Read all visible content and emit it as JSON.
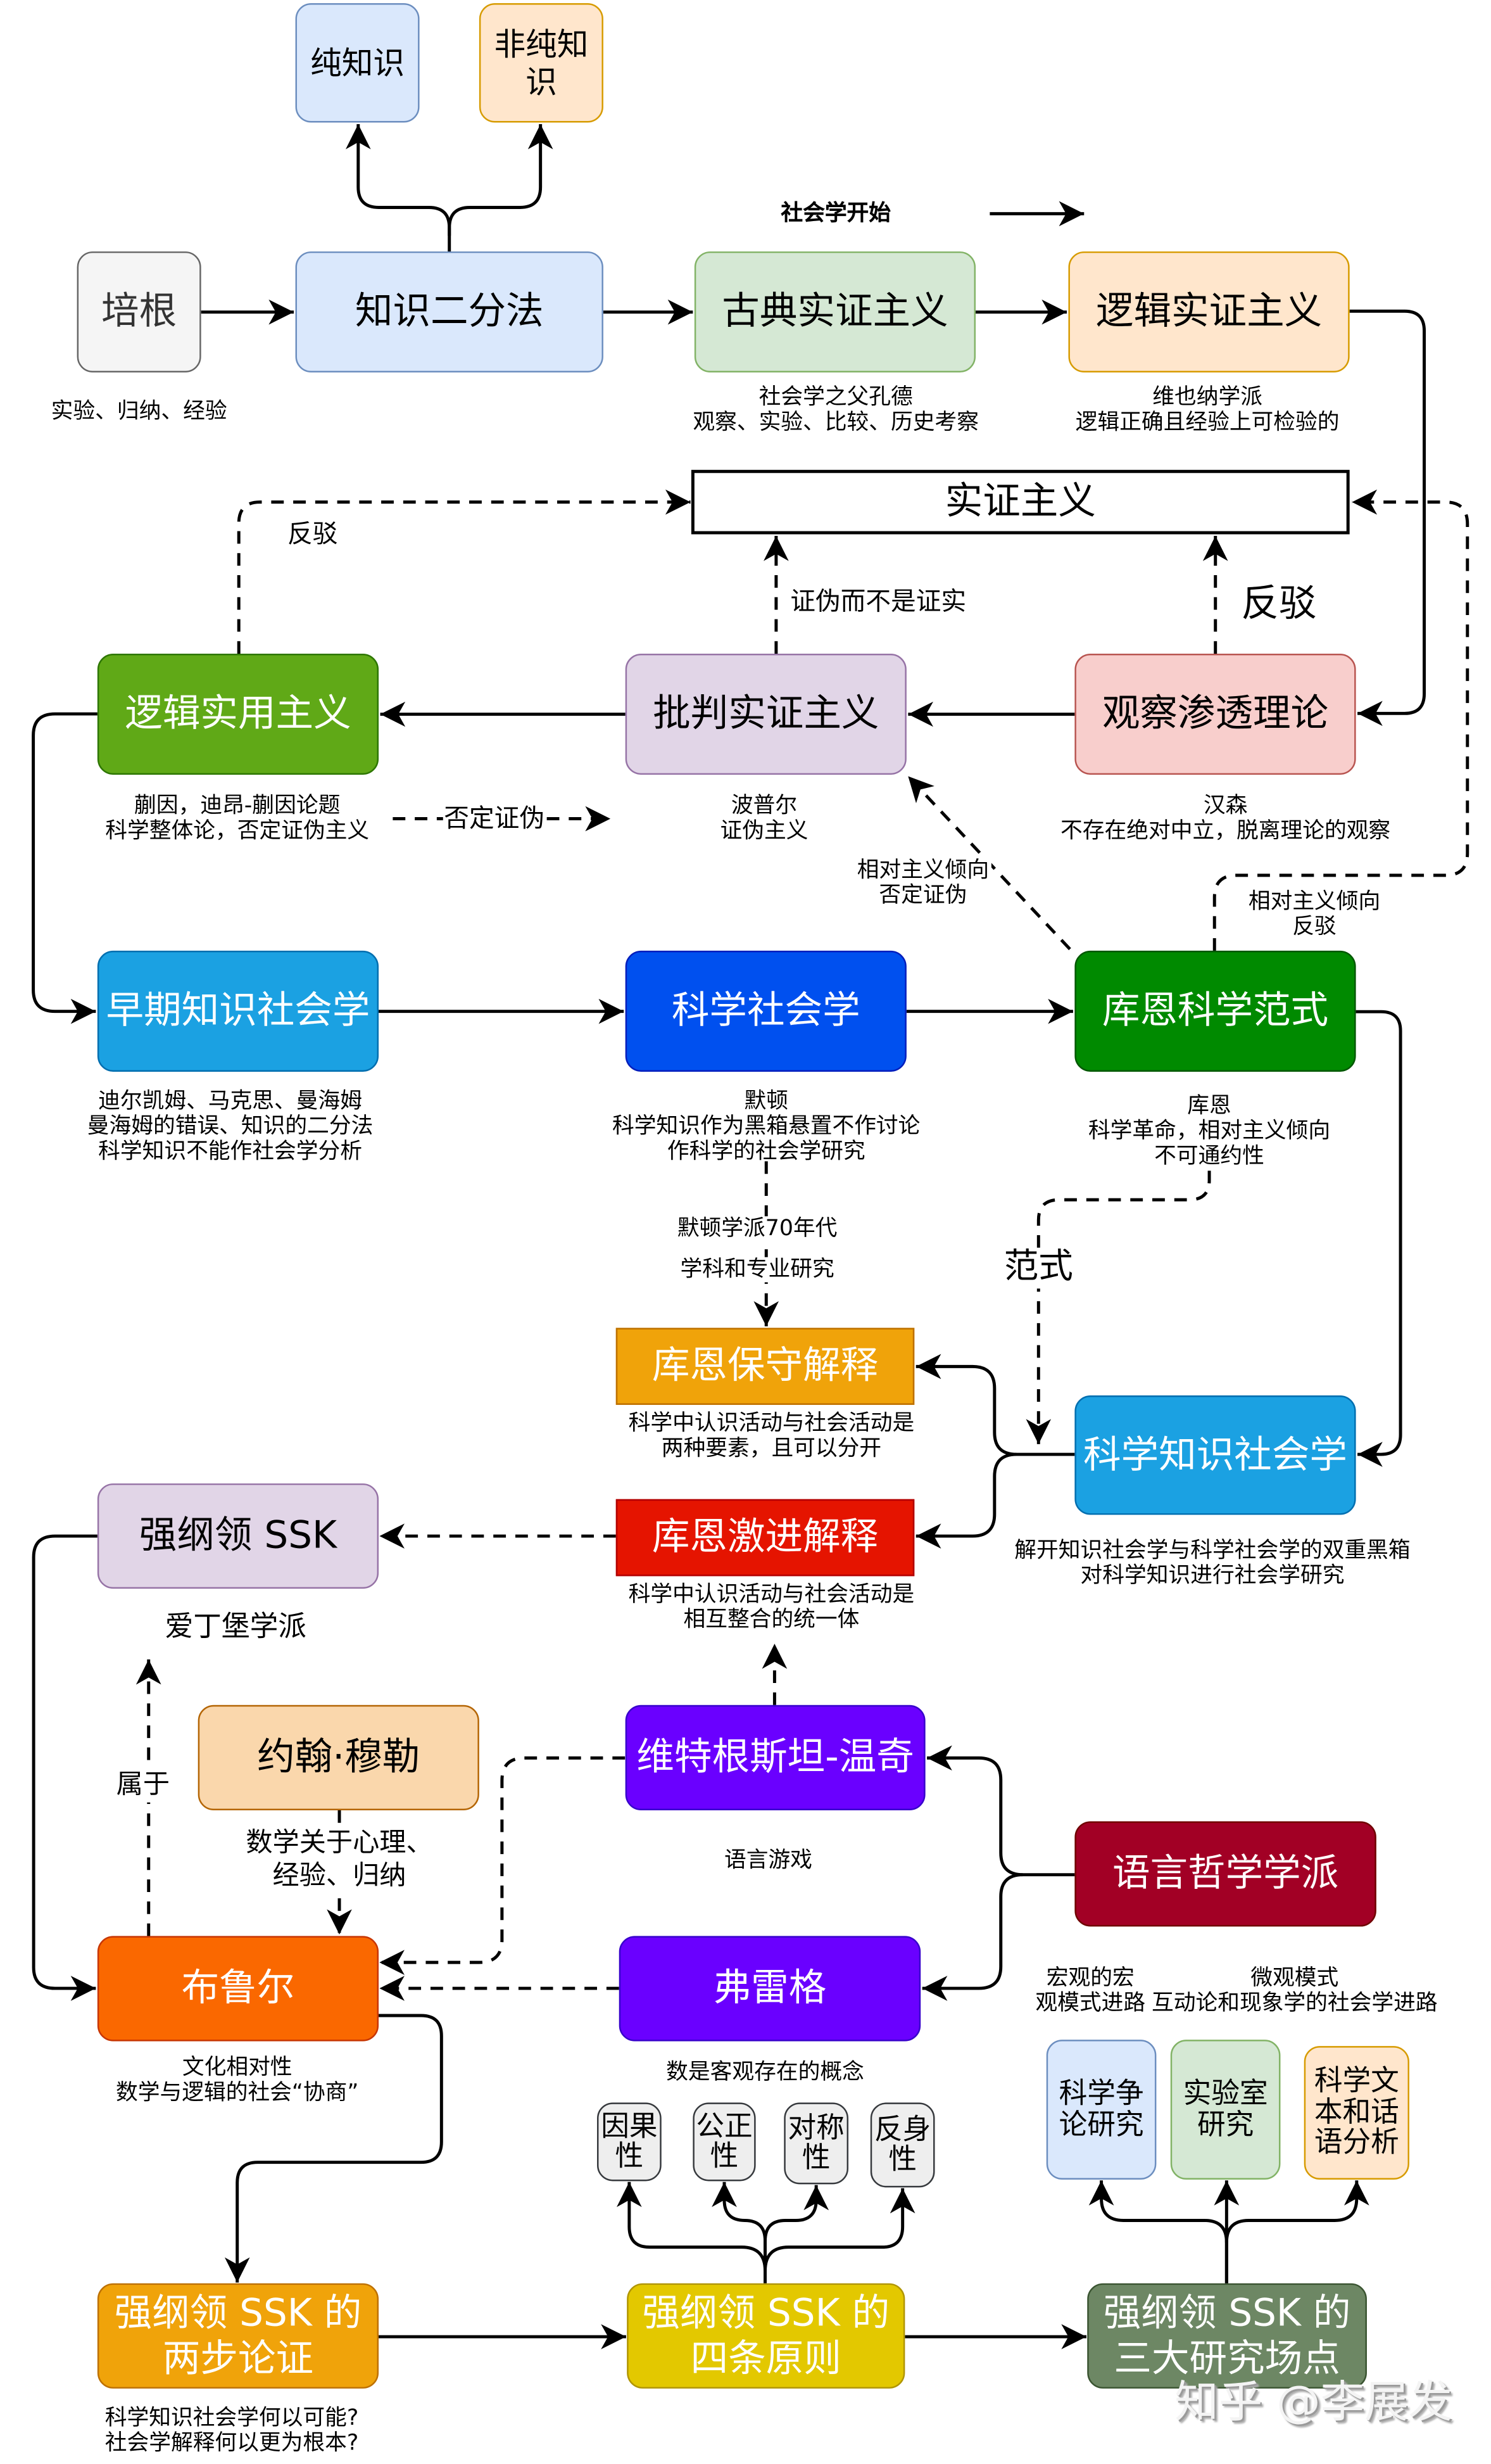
{
  "nodes": {
    "pure_knowledge": {
      "label": "纯知识",
      "fill": "#dae8fc",
      "stroke": "#6c8ebf",
      "text": "#000000"
    },
    "impure_knowledge": {
      "label": "非纯知识",
      "fill": "#ffe6cc",
      "stroke": "#d79b00",
      "text": "#000000"
    },
    "bacon": {
      "label": "培根",
      "fill": "#f5f5f5",
      "stroke": "#666666",
      "text": "#333333"
    },
    "dichotomy": {
      "label": "知识二分法",
      "fill": "#dae8fc",
      "stroke": "#6c8ebf",
      "text": "#000000"
    },
    "classical_positivism": {
      "label": "古典实证主义",
      "fill": "#d5e8d4",
      "stroke": "#82b366",
      "text": "#000000"
    },
    "logical_positivism": {
      "label": "逻辑实证主义",
      "fill": "#ffe6cc",
      "stroke": "#d79b00",
      "text": "#000000"
    },
    "positivism": {
      "label": "实证主义",
      "fill": "#ffffff",
      "stroke": "#000000",
      "text": "#000000"
    },
    "logical_pragmatism": {
      "label": "逻辑实用主义",
      "fill": "#60a917",
      "stroke": "#2d7600",
      "text": "#ffffff"
    },
    "critical_rationalism": {
      "label": "批判实证主义",
      "fill": "#e1d5e7",
      "stroke": "#9673a6",
      "text": "#000000"
    },
    "theory_ladenness": {
      "label": "观察渗透理论",
      "fill": "#f8cecc",
      "stroke": "#b85450",
      "text": "#000000"
    },
    "early_sociology_of_knowledge": {
      "label": "早期知识社会学",
      "fill": "#1ba1e2",
      "stroke": "#006eaf",
      "text": "#ffffff"
    },
    "sociology_of_science": {
      "label": "科学社会学",
      "fill": "#0050ef",
      "stroke": "#001dbc",
      "text": "#ffffff"
    },
    "kuhn_paradigm": {
      "label": "库恩科学范式",
      "fill": "#008a00",
      "stroke": "#005700",
      "text": "#ffffff"
    },
    "kuhn_conservative": {
      "label": "库恩保守解释",
      "fill": "#f0a30a",
      "stroke": "#bd7000",
      "text": "#ffffff"
    },
    "ssk": {
      "label": "科学知识社会学",
      "fill": "#1ba1e2",
      "stroke": "#006eaf",
      "text": "#ffffff"
    },
    "strong_programme": {
      "label": "强纲领 SSK",
      "fill": "#e1d5e7",
      "stroke": "#9673a6",
      "text": "#000000"
    },
    "kuhn_radical": {
      "label": "库恩激进解释",
      "fill": "#e51400",
      "stroke": "#b20000",
      "text": "#ffffff"
    },
    "john_mill": {
      "label": "约翰·穆勒",
      "fill": "#fad7ac",
      "stroke": "#b46504",
      "text": "#000000"
    },
    "wittgenstein_winch": {
      "label": "维特根斯坦-温奇",
      "fill": "#6a00ff",
      "stroke": "#3700cc",
      "text": "#ffffff"
    },
    "philosophy_of_language": {
      "label": "语言哲学学派",
      "fill": "#a20025",
      "stroke": "#6f0000",
      "text": "#ffffff"
    },
    "bloor": {
      "label": "布鲁尔",
      "fill": "#fa6800",
      "stroke": "#c73500",
      "text": "#ffffff"
    },
    "frege": {
      "label": "弗雷格",
      "fill": "#6a00ff",
      "stroke": "#3700cc",
      "text": "#ffffff"
    },
    "controversy_studies": {
      "label": "科学争论研究",
      "fill": "#dae8fc",
      "stroke": "#6c8ebf",
      "text": "#000000"
    },
    "laboratory_studies": {
      "label": "实验室研究",
      "fill": "#d5e8d4",
      "stroke": "#82b366",
      "text": "#000000"
    },
    "text_discourse_analysis": {
      "label": "科学文本和话语分析",
      "fill": "#ffe6cc",
      "stroke": "#d79b00",
      "text": "#000000"
    },
    "causality": {
      "label": "因果性",
      "fill": "#eeeeee",
      "stroke": "#36393d",
      "text": "#000000"
    },
    "impartiality": {
      "label": "公正性",
      "fill": "#eeeeee",
      "stroke": "#36393d",
      "text": "#000000"
    },
    "symmetry": {
      "label": "对称性",
      "fill": "#eeeeee",
      "stroke": "#36393d",
      "text": "#000000"
    },
    "reflexivity": {
      "label": "反身性",
      "fill": "#eeeeee",
      "stroke": "#36393d",
      "text": "#000000"
    },
    "two_step_argument": {
      "lines": [
        "强纲领 SSK 的",
        "两步论证"
      ],
      "fill": "#f0a30a",
      "stroke": "#bd7000",
      "text": "#ffffff"
    },
    "four_principles": {
      "lines": [
        "强纲领 SSK 的",
        "四条原则"
      ],
      "fill": "#e3c800",
      "stroke": "#b09500",
      "text": "#ffffff"
    },
    "three_research_sites": {
      "lines": [
        "强纲领 SSK 的",
        "三大研究场点"
      ],
      "fill": "#6d8764",
      "stroke": "#3a5431",
      "text": "#ffffff"
    }
  },
  "annotations": {
    "bacon_note": "实验、归纳、经验",
    "sociology_begins": "社会学开始",
    "classical_note": [
      "社会学之父孔德",
      "观察、实验、比较、历史考察"
    ],
    "logical_note": [
      "维也纳学派",
      "逻辑正确且经验上可检验的"
    ],
    "refute_pragmatism": "反驳",
    "falsification_not_verification": "证伪而不是证实",
    "refute_theory_ladenness": "反驳",
    "pragmatism_note": [
      "蒯因，迪昂-蒯因论题",
      "科学整体论，否定证伪主义"
    ],
    "negate_falsification": "否定证伪",
    "critical_note": [
      "波普尔",
      "证伪主义"
    ],
    "theory_ladenness_note": [
      "汉森",
      "不存在绝对中立，脱离理论的观察"
    ],
    "relativism_negate": [
      "相对主义倾向",
      "否定证伪"
    ],
    "relativism_refute": [
      "相对主义倾向",
      "反驳"
    ],
    "early_note": [
      "迪尔凯姆、马克思、曼海姆",
      "曼海姆的错误、知识的二分法",
      "科学知识不能作社会学分析"
    ],
    "merton_note": [
      "默顿",
      "科学知识作为黑箱悬置不作讨论",
      "作科学的社会学研究"
    ],
    "kuhn_note": [
      "库恩",
      "科学革命，相对主义倾向",
      "不可通约性"
    ],
    "merton_school": "默顿学派70年代",
    "disciplines": "学科和专业研究",
    "paradigm": "范式",
    "conservative_note": [
      "科学中认识活动与社会活动是",
      "两种要素，且可以分开"
    ],
    "ssk_note": [
      "解开知识社会学与科学社会学的双重黑箱",
      "对科学知识进行社会学研究"
    ],
    "radical_note": [
      "科学中认识活动与社会活动是",
      "相互整合的统一体"
    ],
    "edinburgh_school": "爱丁堡学派",
    "belongs_to": "属于",
    "mill_note": [
      "数学关于心理、",
      "经验、归纳"
    ],
    "language_game": "语言游戏",
    "macro_note": [
      "宏观的宏",
      "观模式进路"
    ],
    "micro_note": [
      "微观模式",
      "互动论和现象学的社会学进路"
    ],
    "bloor_note": [
      "文化相对性",
      "数学与逻辑的社会“协商”"
    ],
    "frege_note": "数是客观存在的概念",
    "two_step_note": [
      "科学知识社会学何以可能?",
      "社会学解释何以更为根本?"
    ]
  },
  "edges": [
    {
      "from": "bacon",
      "to": "dichotomy",
      "style": "solid"
    },
    {
      "from": "dichotomy",
      "to": "pure_knowledge",
      "style": "solid"
    },
    {
      "from": "dichotomy",
      "to": "impure_knowledge",
      "style": "solid"
    },
    {
      "from": "dichotomy",
      "to": "classical_positivism",
      "style": "solid"
    },
    {
      "from": "classical_positivism",
      "to": "logical_positivism",
      "style": "solid"
    },
    {
      "from": "logical_positivism",
      "to": "theory_ladenness",
      "style": "solid"
    },
    {
      "from": "theory_ladenness",
      "to": "critical_rationalism",
      "style": "solid"
    },
    {
      "from": "critical_rationalism",
      "to": "logical_pragmatism",
      "style": "solid"
    },
    {
      "from": "logical_pragmatism",
      "to": "positivism",
      "style": "dashed"
    },
    {
      "from": "critical_rationalism",
      "to": "positivism",
      "style": "dashed"
    },
    {
      "from": "theory_ladenness",
      "to": "positivism",
      "style": "dashed"
    },
    {
      "from": "kuhn_paradigm",
      "to": "positivism",
      "style": "dashed"
    },
    {
      "from": "kuhn_paradigm",
      "to": "critical_rationalism",
      "style": "dashed"
    },
    {
      "from": "logical_pragmatism",
      "to": "early_sociology_of_knowledge",
      "style": "solid"
    },
    {
      "from": "early_sociology_of_knowledge",
      "to": "sociology_of_science",
      "style": "solid"
    },
    {
      "from": "sociology_of_science",
      "to": "kuhn_paradigm",
      "style": "solid"
    },
    {
      "from": "sociology_of_science",
      "to": "kuhn_conservative",
      "style": "dashed"
    },
    {
      "from": "kuhn_paradigm",
      "to": "ssk",
      "style": "solid"
    },
    {
      "from": "kuhn_paradigm",
      "to": "ssk",
      "style": "dashed"
    },
    {
      "from": "ssk",
      "to": "kuhn_conservative",
      "style": "solid"
    },
    {
      "from": "ssk",
      "to": "kuhn_radical",
      "style": "solid"
    },
    {
      "from": "kuhn_radical",
      "to": "strong_programme",
      "style": "dashed"
    },
    {
      "from": "wittgenstein_winch",
      "to": "kuhn_radical",
      "style": "dashed"
    },
    {
      "from": "strong_programme",
      "to": "bloor",
      "style": "solid"
    },
    {
      "from": "bloor",
      "to": "strong_programme",
      "style": "dashed"
    },
    {
      "from": "john_mill",
      "to": "bloor",
      "style": "dashed"
    },
    {
      "from": "wittgenstein_winch",
      "to": "bloor",
      "style": "dashed"
    },
    {
      "from": "frege",
      "to": "bloor",
      "style": "dashed"
    },
    {
      "from": "philosophy_of_language",
      "to": "wittgenstein_winch",
      "style": "solid"
    },
    {
      "from": "philosophy_of_language",
      "to": "frege",
      "style": "solid"
    },
    {
      "from": "bloor",
      "to": "two_step_argument",
      "style": "solid"
    },
    {
      "from": "two_step_argument",
      "to": "four_principles",
      "style": "solid"
    },
    {
      "from": "four_principles",
      "to": "three_research_sites",
      "style": "solid"
    },
    {
      "from": "four_principles",
      "to": "causality",
      "style": "solid"
    },
    {
      "from": "four_principles",
      "to": "impartiality",
      "style": "solid"
    },
    {
      "from": "four_principles",
      "to": "symmetry",
      "style": "solid"
    },
    {
      "from": "four_principles",
      "to": "reflexivity",
      "style": "solid"
    },
    {
      "from": "three_research_sites",
      "to": "controversy_studies",
      "style": "solid"
    },
    {
      "from": "three_research_sites",
      "to": "laboratory_studies",
      "style": "solid"
    },
    {
      "from": "three_research_sites",
      "to": "text_discourse_analysis",
      "style": "solid"
    }
  ],
  "watermark": "知乎 @李展发"
}
